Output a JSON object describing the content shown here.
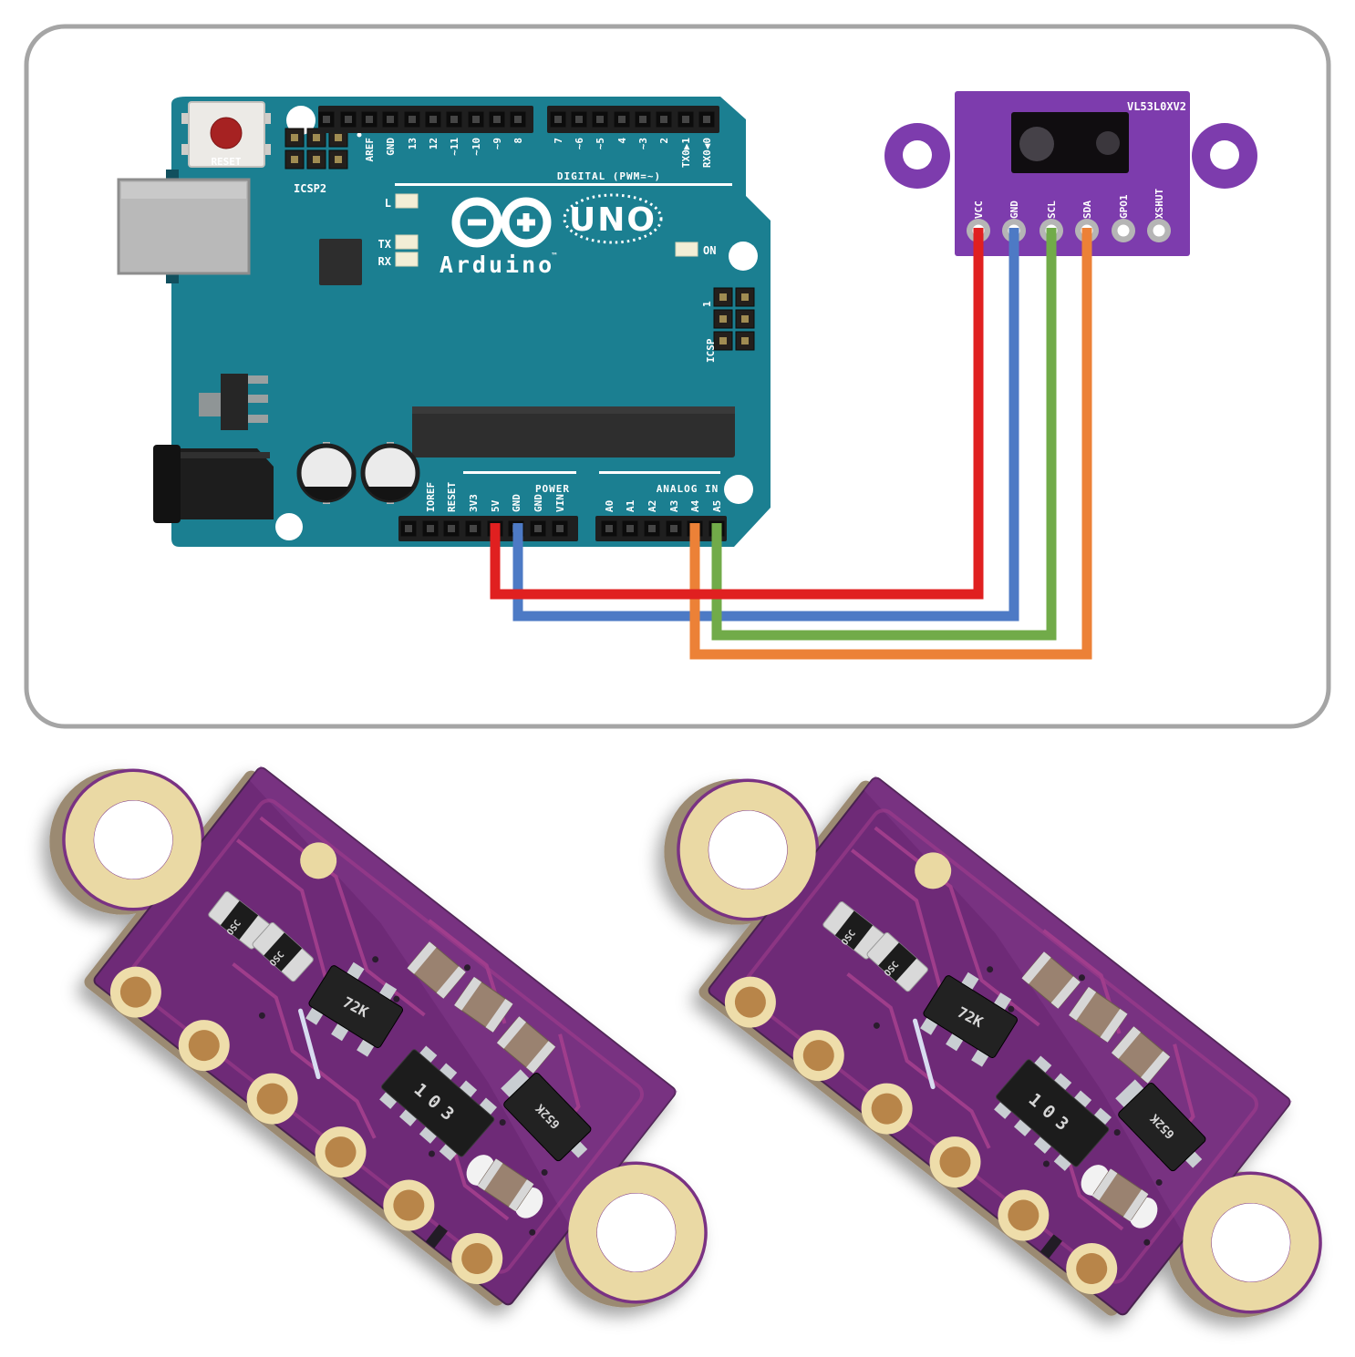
{
  "panel": {
    "border_color": "#a5a5a5",
    "background": "#ffffff"
  },
  "arduino": {
    "board_color": "#1b7f91",
    "reset_label": "RESET",
    "icsp2_label": "ICSP2",
    "icsp_label": "ICSP",
    "icsp_pin1": "1",
    "digital_label": "DIGITAL (PWM=~)",
    "power_label": "POWER",
    "analog_label": "ANALOG IN",
    "led_l": "L",
    "led_tx": "TX",
    "led_rx": "RX",
    "led_on": "ON",
    "logo_model": "UNO",
    "brand": "Arduino",
    "brand_tm": "™",
    "top_pins_left": [
      "AREF",
      "GND",
      "13",
      "12",
      "~11",
      "~10",
      "~9",
      "8"
    ],
    "top_pins_right": [
      "7",
      "~6",
      "~5",
      "4",
      "~3",
      "2",
      "TX0▶1",
      "RX0◀0"
    ],
    "power_pins": [
      "IOREF",
      "RESET",
      "3V3",
      "5V",
      "GND",
      "GND",
      "VIN"
    ],
    "analog_pins": [
      "A0",
      "A1",
      "A2",
      "A3",
      "A4",
      "A5"
    ]
  },
  "sensor": {
    "board_color": "#7d3cad",
    "title": "VL53L0XV2",
    "pins": [
      "VCC",
      "GND",
      "SCL",
      "SDA",
      "GPO1",
      "XSHUT"
    ]
  },
  "wires": [
    {
      "name": "5V to VCC",
      "color": "#e02020"
    },
    {
      "name": "GND to GND",
      "color": "#4d7ac5"
    },
    {
      "name": "A5 to SCL",
      "color": "#71ab49"
    },
    {
      "name": "A4 to SDA",
      "color": "#ec8137"
    }
  ],
  "pcb_modules": {
    "count": 2,
    "board_color": "#6e2b77",
    "labels": {
      "osc": "OSC",
      "resistor_network": "103",
      "ic_72k": "72K",
      "reg_652k": "652K"
    }
  }
}
